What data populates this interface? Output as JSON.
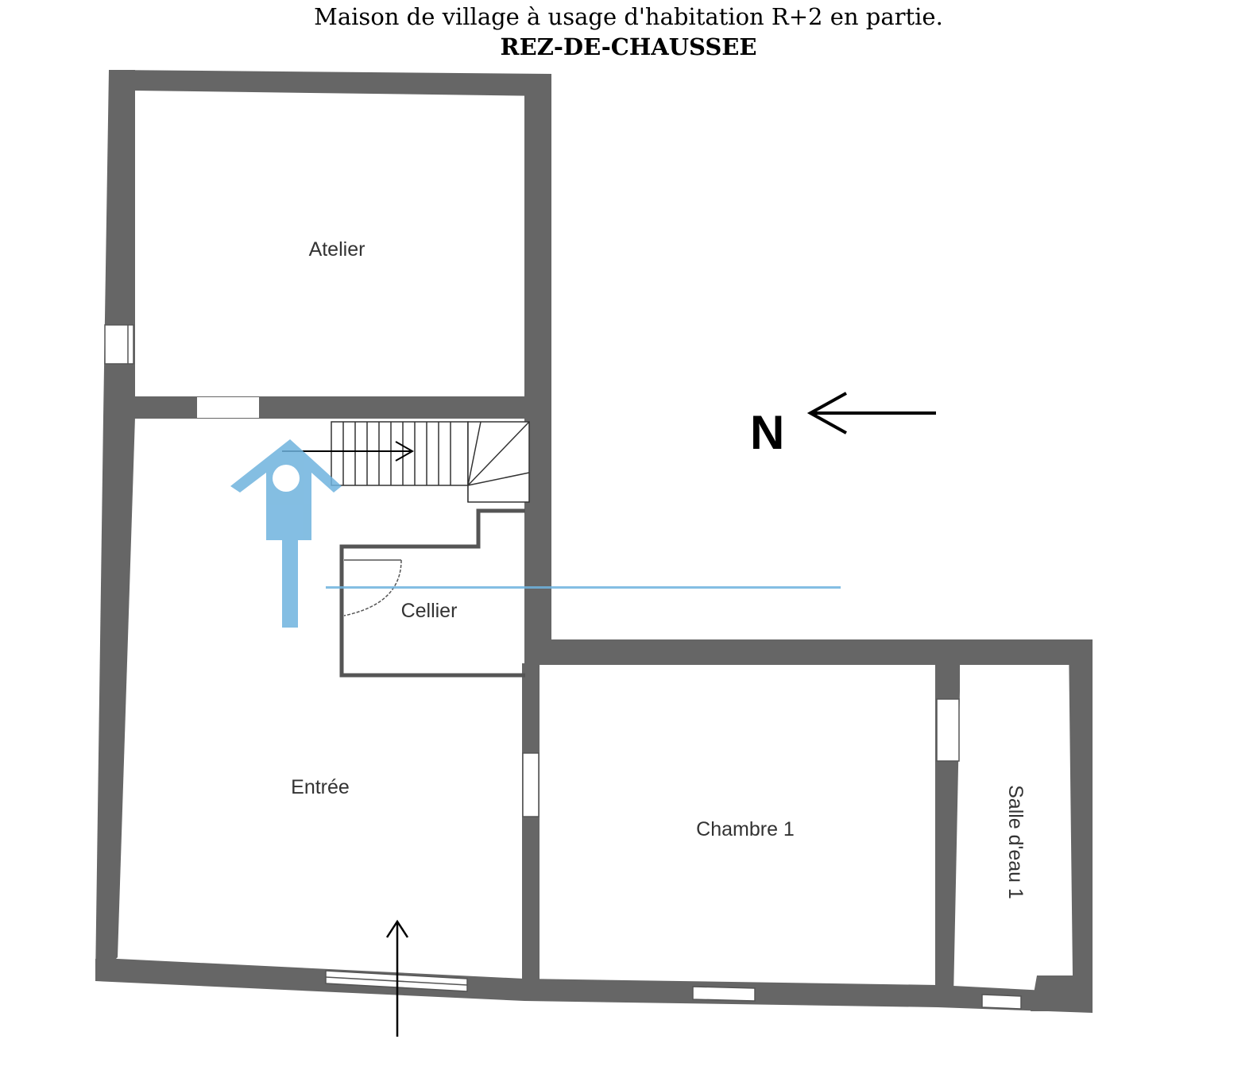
{
  "header": {
    "title": "Maison de village à usage d'habitation R+2 en partie.",
    "subtitle": "REZ-DE-CHAUSSEE"
  },
  "rooms": {
    "atelier": "Atelier",
    "cellier": "Cellier",
    "entree": "Entrée",
    "chambre1": "Chambre 1",
    "salle_deau1": "Salle d'eau 1"
  },
  "compass": {
    "label": "N"
  },
  "colors": {
    "wall": "#666666",
    "line": "#000000",
    "watermark": "#6fb3de"
  },
  "watermark": {
    "icon": "house-key-icon"
  }
}
